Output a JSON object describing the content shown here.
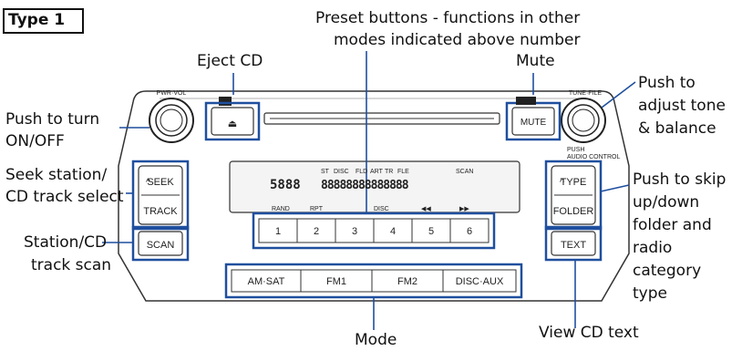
{
  "type_label": "Type 1",
  "callouts": {
    "preset_line1": "Preset buttons - functions in other",
    "preset_line2": "modes indicated above number",
    "eject": "Eject CD",
    "mute": "Mute",
    "power_line1": "Push to turn",
    "power_line2": "ON/OFF",
    "tone_line1": "Push to",
    "tone_line2": "adjust tone",
    "tone_line3": "& balance",
    "seek_line1": "Seek station/",
    "seek_line2": "CD track select",
    "skip_line1": "Push to skip",
    "skip_line2": "up/down",
    "skip_line3": "folder and",
    "skip_line4": "radio",
    "skip_line5": "category",
    "skip_line6": "type",
    "scan_line1": "Station/CD",
    "scan_line2": "track scan",
    "cdtext": "View CD text",
    "mode": "Mode"
  },
  "panel": {
    "pwr_vol": "PWR·VOL",
    "tune_file": "TUNE·FILE",
    "push_audio_line1": "PUSH",
    "push_audio_line2": "AUDIO CONTROL",
    "eject_symbol": "⏏",
    "mute": "MUTE",
    "seek": "SEEK",
    "track": "TRACK",
    "scan": "SCAN",
    "type": "TYPE",
    "folder": "FOLDER",
    "text": "TEXT",
    "presets": [
      "1",
      "2",
      "3",
      "4",
      "5",
      "6"
    ],
    "preset_functions": [
      "RAND",
      "RPT",
      "DISC",
      "◀◀",
      "▶▶"
    ],
    "modes": [
      "AM·SAT",
      "FM1",
      "FM2",
      "DISC·AUX"
    ],
    "lcd_top": [
      "ST",
      "DISC",
      "FLD",
      "ART",
      "TR",
      "FLE",
      "SCAN"
    ],
    "lcd_digits": "5888",
    "lcd_segments": "88888888888888"
  }
}
